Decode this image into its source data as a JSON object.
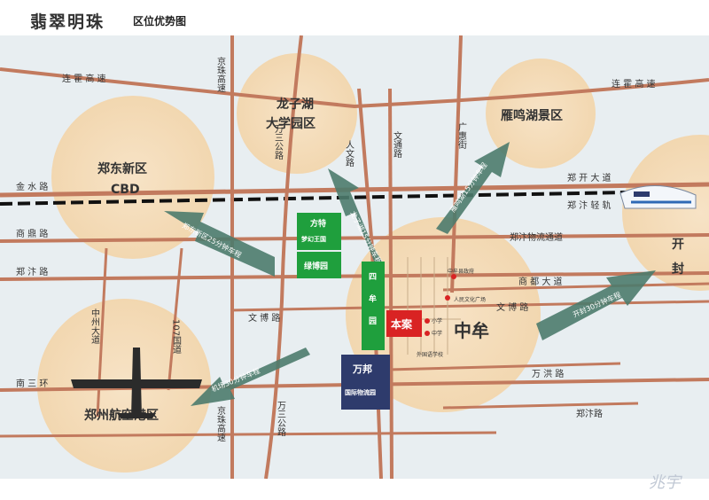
{
  "title": {
    "main": "翡翠明珠",
    "sub": "区位优势图"
  },
  "zones": {
    "cbd_line1": "郑东新区",
    "cbd_line2": "CBD",
    "longzihu_line1": "龙子湖",
    "longzihu_line2": "大学园区",
    "yanming": "雁鸣湖景区",
    "kaifeng_line1": "开",
    "kaifeng_line2": "封",
    "airport": "郑州航空港区",
    "zhongmou": "中牟"
  },
  "roads": {
    "lianhuo_left": "连 霍 高 速",
    "lianhuo_right": "连 霍 高 速",
    "jinshui": "金 水 路",
    "shangding": "商 鼎 路",
    "zhengbian": "郑 汴 路",
    "wenbo_left": "文 博 路",
    "wenbo_right": "文 博 路",
    "nansanhuan": "南 三 环",
    "zhengkai": "郑 开 大 道",
    "zhengbian_rail": "郑 汴 轻 轨",
    "zhengbian_logistics": "郑汴物流通道",
    "shangdu": "商 都 大 道",
    "wanhong": "万 洪 路",
    "zhengbian_bottom": "郑汴路",
    "jingzhu_top": "京珠高速",
    "jingzhu_bottom": "京珠高速",
    "wansan_top": "万三公路",
    "wansan_bottom": "万三公路",
    "renwen": "人文路",
    "wentong": "文通路",
    "guanghui": "广惠街",
    "zhongzhou": "中州大道",
    "g107": "107国道"
  },
  "boxes": {
    "fangte_line1": "方特",
    "fangte_line2": "梦幻王国",
    "lvboyuan": "绿博园",
    "simou_line1": "四",
    "simou_line2": "牟",
    "simou_line3": "园",
    "benan": "本案",
    "wanbang_line1": "万邦",
    "wanbang_line2": "国际物流园"
  },
  "arrows": {
    "longzihu": "龙子湖15分钟车程",
    "yanming": "雁鸣湖15分钟车程",
    "zhengdong": "郑东新区25分钟车程",
    "kaifeng": "开封30分钟车程",
    "airport": "机场30分钟车程"
  },
  "poi": {
    "county_gov": "中牟县政府",
    "culture_square": "人民文化广场",
    "primary": "小学",
    "middle": "中学",
    "foreign_school": "外国语学校"
  },
  "watermark": "兆宇"
}
